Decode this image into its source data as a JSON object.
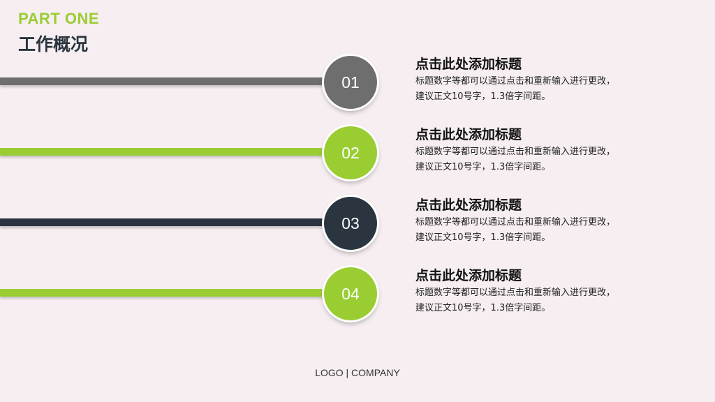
{
  "header": {
    "part_label": "PART ONE",
    "title": "工作概况"
  },
  "items": [
    {
      "number": "01",
      "title": "点击此处添加标题",
      "desc_line1": "标题数字等都可以通过点击和重新输入进行更改，",
      "desc_line2": "建议正文10号字，1.3倍字间距。",
      "color": "#6e6e6e"
    },
    {
      "number": "02",
      "title": "点击此处添加标题",
      "desc_line1": "标题数字等都可以通过点击和重新输入进行更改，",
      "desc_line2": "建议正文10号字，1.3倍字间距。",
      "color": "#9acd32"
    },
    {
      "number": "03",
      "title": "点击此处添加标题",
      "desc_line1": "标题数字等都可以通过点击和重新输入进行更改，",
      "desc_line2": "建议正文10号字，1.3倍字间距。",
      "color": "#2a3540"
    },
    {
      "number": "04",
      "title": "点击此处添加标题",
      "desc_line1": "标题数字等都可以通过点击和重新输入进行更改，",
      "desc_line2": "建议正文10号字，1.3倍字间距。",
      "color": "#9acd32"
    }
  ],
  "footer": {
    "text": "LOGO | COMPANY"
  },
  "colors": {
    "background": "#f6eef0",
    "accent_green": "#9acd32",
    "gray": "#6e6e6e",
    "dark": "#2a3540"
  }
}
